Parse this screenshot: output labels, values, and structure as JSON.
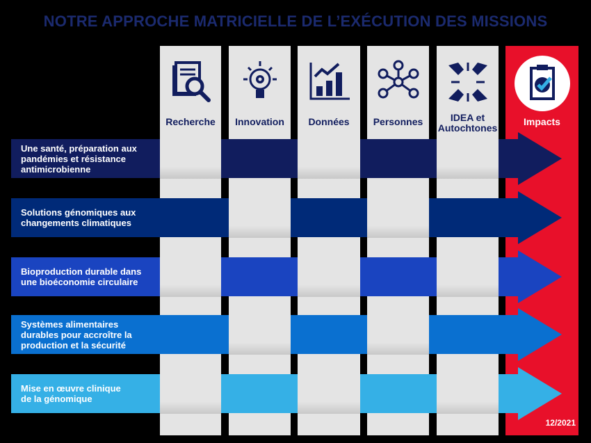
{
  "title": "NOTRE APPROCHE MATRICIELLE DE L’EXÉCUTION DES MISSIONS",
  "columns": [
    {
      "label": "Recherche",
      "icon": "document-search-icon"
    },
    {
      "label": "Innovation",
      "icon": "lightbulb-gear-icon"
    },
    {
      "label": "Données",
      "icon": "bar-chart-trend-icon"
    },
    {
      "label": "Personnes",
      "icon": "people-network-icon"
    },
    {
      "label": "IDEA et Autochtones",
      "icon": "hands-converge-icon"
    }
  ],
  "impacts": {
    "label": "Impacts",
    "icon": "clipboard-check-icon",
    "color": "#e8102a"
  },
  "missions": [
    {
      "label": "Une santé, préparation aux\npandémies et résistance\nantimicrobienne",
      "color": "#111d5e"
    },
    {
      "label": "Solutions génomiques aux\nchangements climatiques",
      "color": "#002a78"
    },
    {
      "label": "Bioproduction durable dans\nune bioéconomie circulaire",
      "color": "#1a44c0"
    },
    {
      "label": "Systèmes alimentaires\ndurables pour accroître la\nproduction et la sécurité",
      "color": "#0a70d0"
    },
    {
      "label": "Mise en œuvre clinique\nde la génomique",
      "color": "#35b0e6"
    }
  ],
  "footer": "12/2021"
}
